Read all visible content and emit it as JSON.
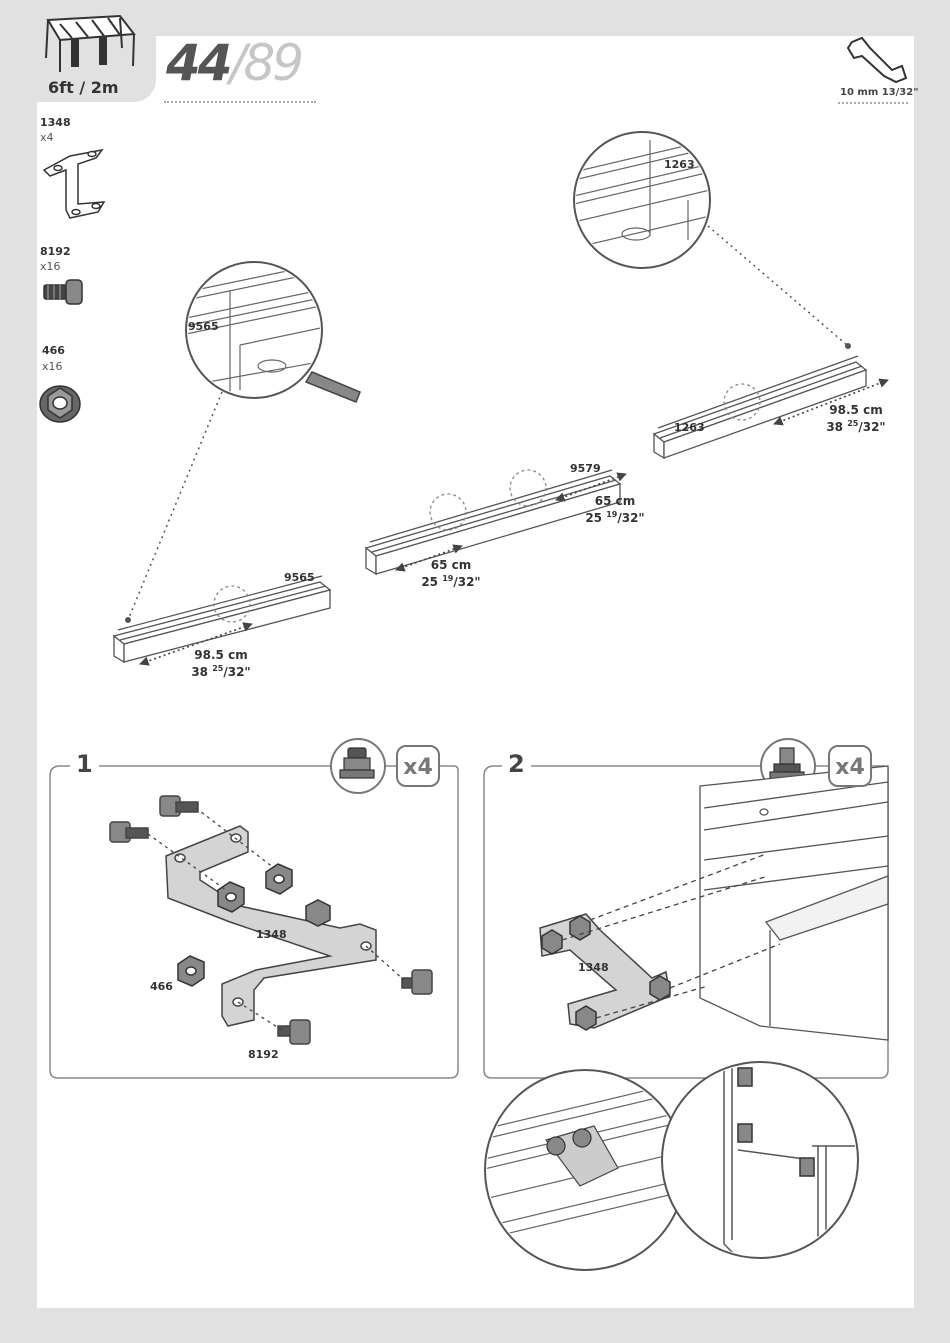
{
  "header": {
    "model_label": "6ft / 2m",
    "page_current": "44",
    "page_separator": "/",
    "page_total": "89",
    "tool_label": "10 mm 13/32\""
  },
  "parts": [
    {
      "code": "1348",
      "qty": "x4"
    },
    {
      "code": "8192",
      "qty": "x16"
    },
    {
      "code": "466",
      "qty": "x16"
    }
  ],
  "overview": {
    "zoom_label_left": "9565",
    "zoom_label_right": "1263",
    "rail_left_label": "9565",
    "rail_mid_label": "9579",
    "rail_right_label": "1263",
    "dim_left_main": "98.5 cm",
    "dim_left_sub": "38",
    "dim_left_frac_num": "25",
    "dim_left_frac_den": "/32\"",
    "dim_mid_a_main": "65 cm",
    "dim_mid_a_sub": "25",
    "dim_mid_a_frac_num": "19",
    "dim_mid_a_frac_den": "/32\"",
    "dim_mid_b_main": "65 cm",
    "dim_mid_b_sub": "25",
    "dim_mid_b_frac_num": "19",
    "dim_mid_b_frac_den": "/32\"",
    "dim_right_main": "98.5 cm",
    "dim_right_sub": "38",
    "dim_right_frac_num": "25",
    "dim_right_frac_den": "/32\""
  },
  "step1": {
    "number": "1",
    "repeat": "x4",
    "bracket_label": "1348",
    "nut_label": "466",
    "bolt_label": "8192"
  },
  "step2": {
    "number": "2",
    "repeat": "x4",
    "bracket_label": "1348"
  }
}
